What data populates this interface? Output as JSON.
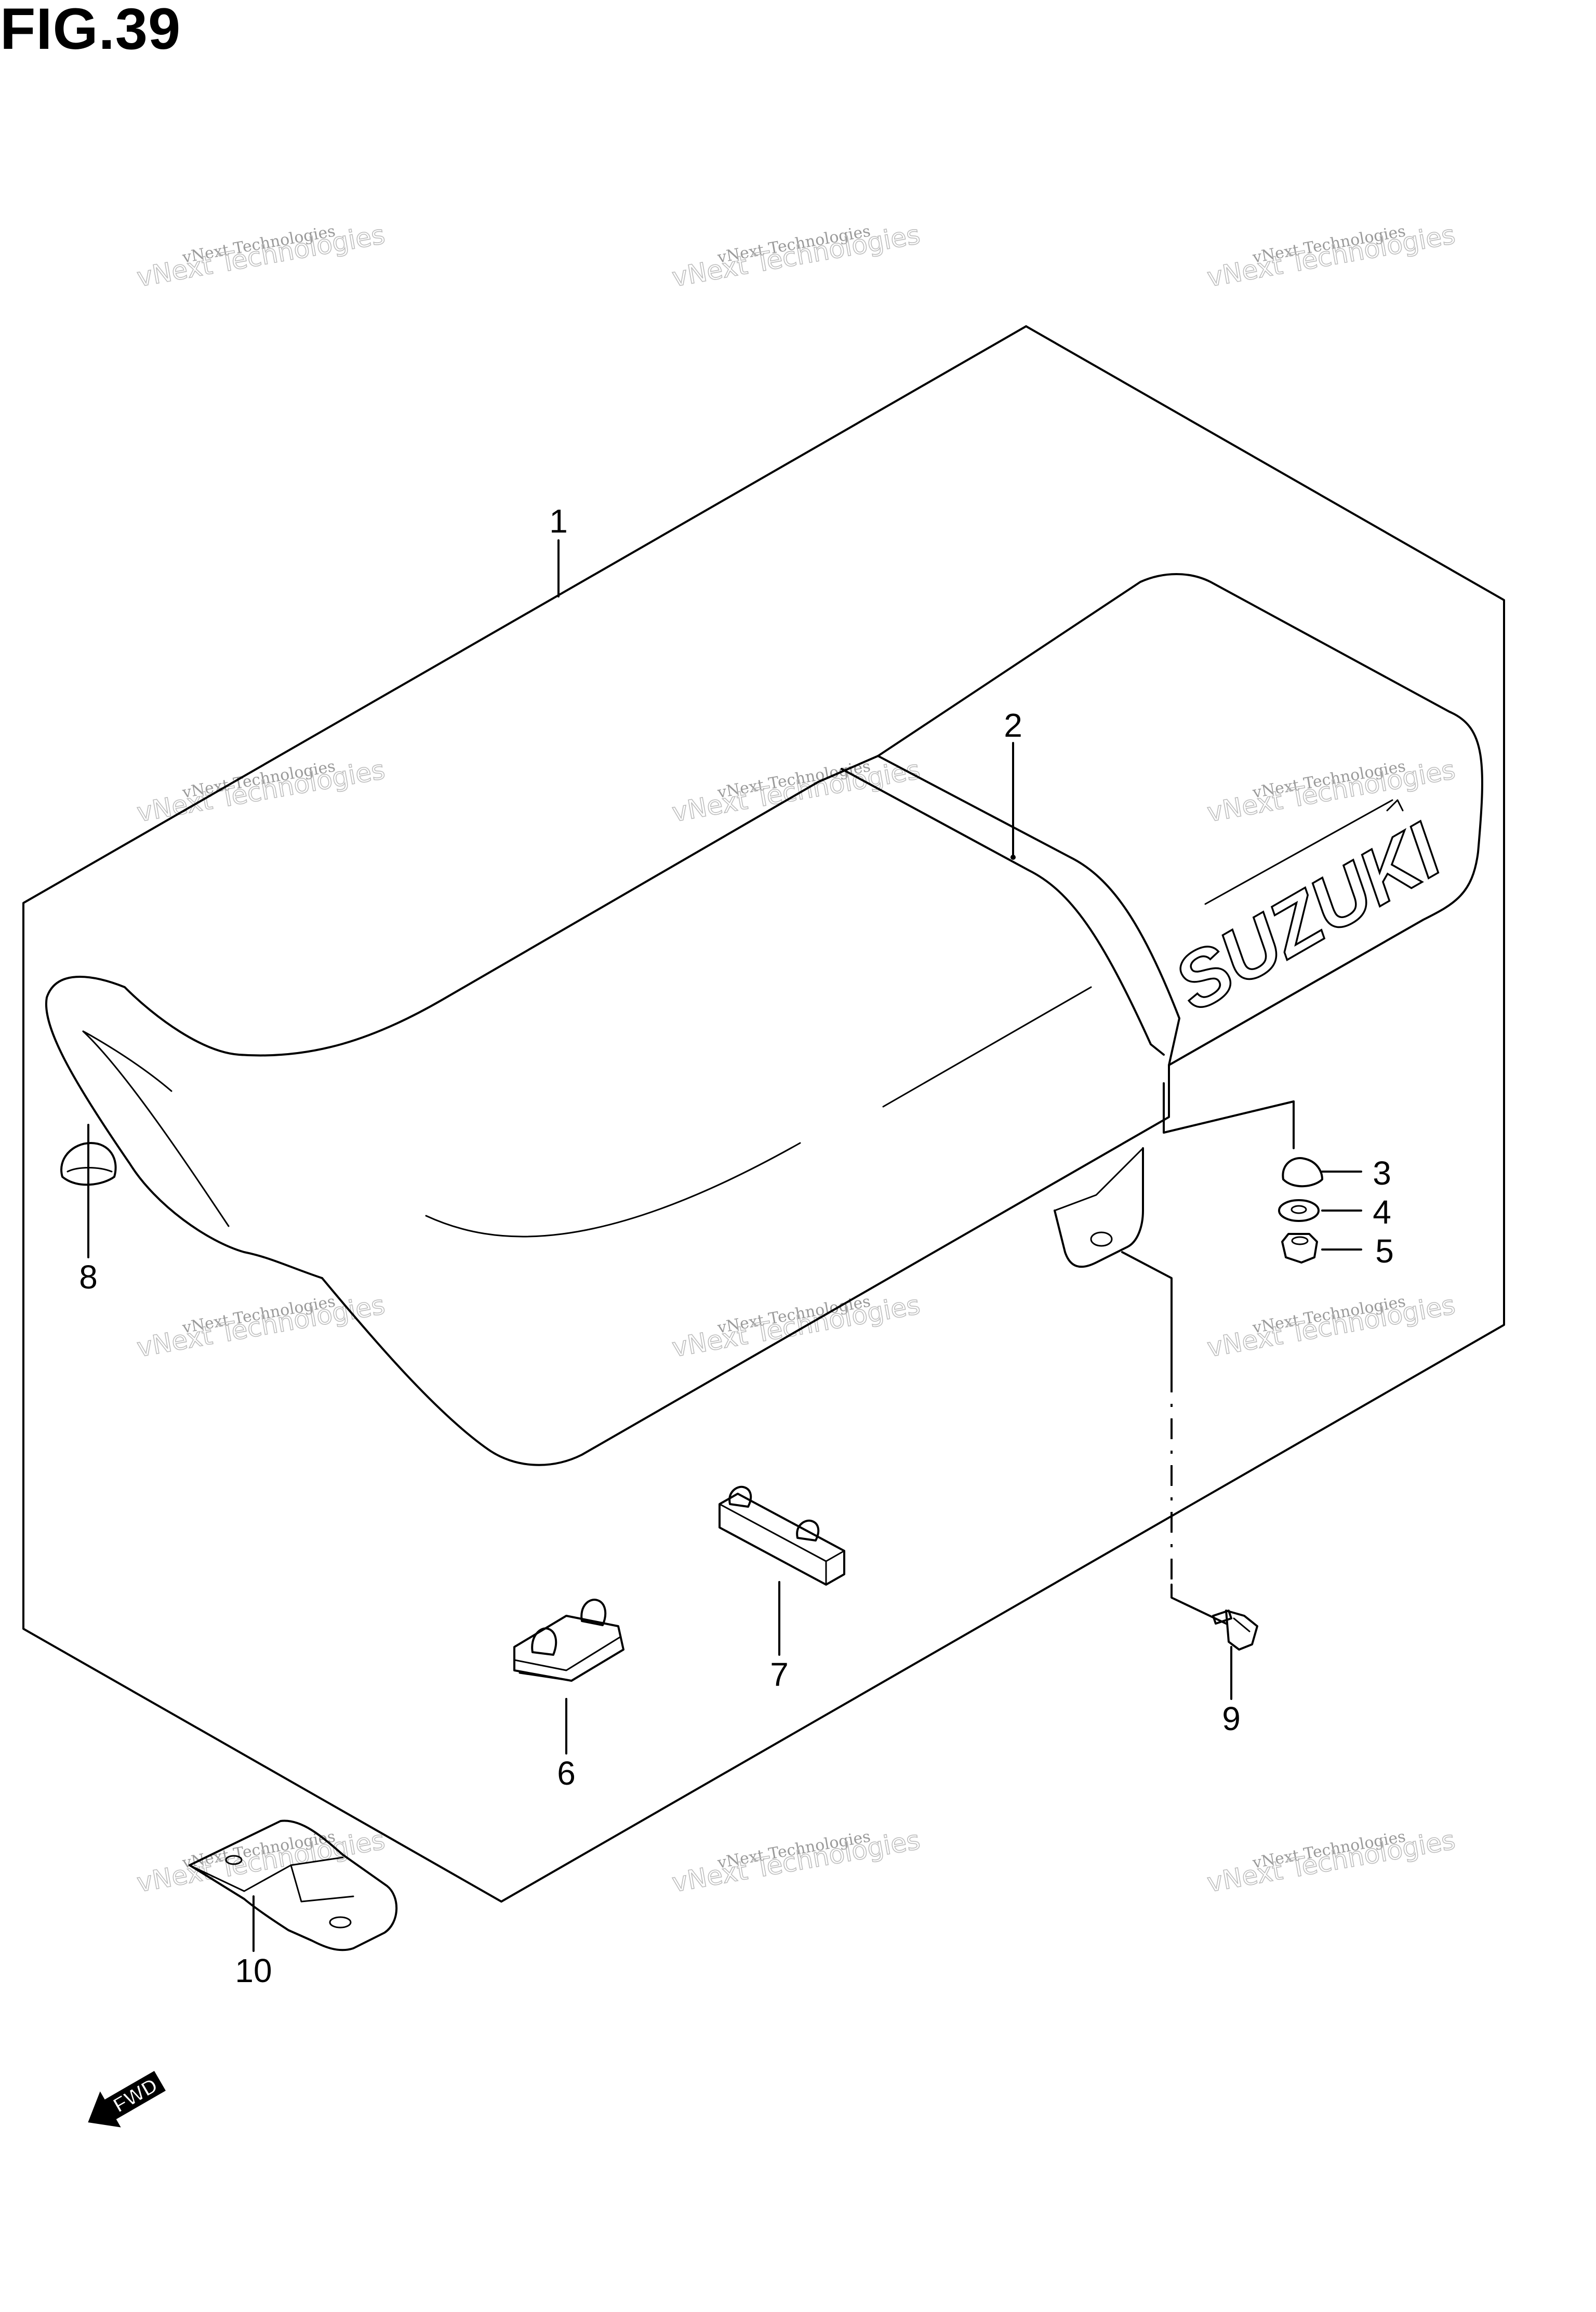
{
  "figure_title": "FIG.39",
  "seat_logo": "SUZUKI",
  "fwd_label": "FWD",
  "watermark": {
    "line1": "vNext Technologies",
    "line2": "vNext\nTechnologies"
  },
  "callouts": [
    "1",
    "2",
    "3",
    "4",
    "5",
    "6",
    "7",
    "8",
    "9",
    "10"
  ]
}
